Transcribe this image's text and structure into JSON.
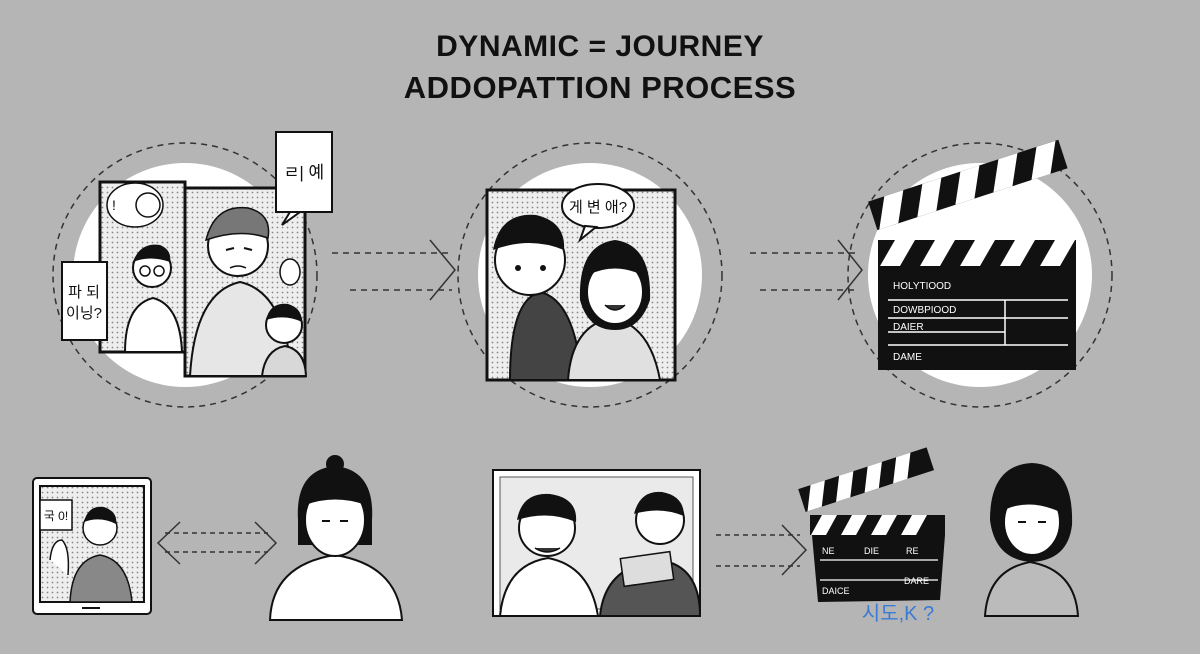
{
  "title": {
    "line1": "DYNAMIC = JOURNEY",
    "line2": "ADDOPATTION PROCESS"
  },
  "stage1": {
    "bubble_right": "ㄹ| 예",
    "bubble_left_line1": "파 되",
    "bubble_left_line2": "이닝?",
    "bubble_small": "!"
  },
  "stage2": {
    "bubble": "게 변 애?"
  },
  "stage3": {
    "clapper_lines": [
      "HOLYTIOOD",
      "DOWBPIOOD",
      "DAIER",
      "DAME"
    ]
  },
  "bottom": {
    "bubble_tablet": "국 0!",
    "clapper_small_lines": [
      "NE",
      "DIE",
      "RE",
      "DAICE",
      "DARE"
    ],
    "blue_caption": "시도,K ?"
  },
  "colors": {
    "background": "#b5b5b5",
    "circle_fill": "#ffffff",
    "ink": "#111111",
    "accent_blue": "#3a7bd5"
  }
}
